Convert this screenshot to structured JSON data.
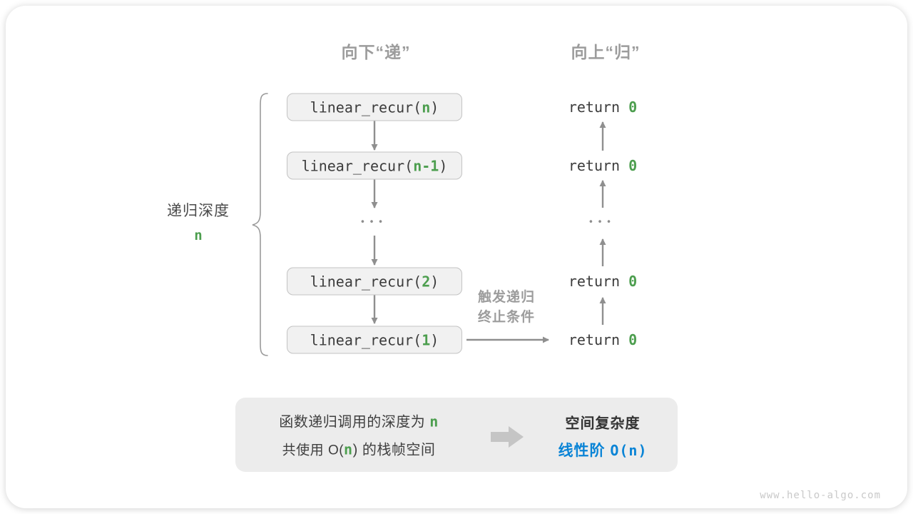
{
  "headers": {
    "down": "向下“递”",
    "up": "向上“归”"
  },
  "depth_label": {
    "text": "递归深度",
    "value": "n"
  },
  "call_stack": {
    "items": [
      {
        "pre": "linear_recur(",
        "arg": "n",
        "post": ")"
      },
      {
        "pre": "linear_recur(",
        "arg": "n-1",
        "post": ")"
      },
      {
        "pre": "linear_recur(",
        "arg": "2",
        "post": ")"
      },
      {
        "pre": "linear_recur(",
        "arg": "1",
        "post": ")"
      }
    ],
    "ellipsis": "•••"
  },
  "returns": {
    "items": [
      {
        "pre": "return ",
        "val": "0"
      },
      {
        "pre": "return ",
        "val": "0"
      },
      {
        "pre": "return ",
        "val": "0"
      },
      {
        "pre": "return ",
        "val": "0"
      }
    ],
    "ellipsis": "•••"
  },
  "base_case_label": {
    "line1": "触发递归",
    "line2": "终止条件"
  },
  "summary": {
    "line1_pre": "函数递归调用的深度为 ",
    "line1_n": "n",
    "line2_pre": "共使用 O(",
    "line2_n": "n",
    "line2_post": ") 的栈帧空间",
    "right_title": "空间复杂度",
    "right_result_cn": "线性阶 ",
    "right_result_code": "O(n)"
  },
  "watermark": "www.hello-algo.com",
  "colors": {
    "green": "#4c9e4e",
    "blue": "#0a84d6",
    "arrow": "#8f8f8f",
    "gray_label": "#9c9c9c",
    "box_fill": "#f1f1f1",
    "box_border": "#c3c3c3",
    "summary_fill": "#ececec"
  }
}
